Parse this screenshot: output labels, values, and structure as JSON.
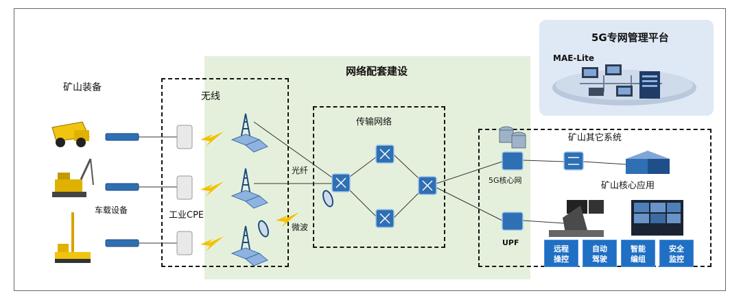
{
  "mgmt": {
    "title": "5G专网管理平台",
    "product": "MAE-Lite"
  },
  "network_title": "网络配套建设",
  "mine_equipment": "矿山装备",
  "wireless": "无线",
  "vehicle_equipment": "车载设备",
  "industrial_cpe": "工业CPE",
  "fiber": "光纤",
  "microwave": "微波",
  "transport_network": "传输网络",
  "other_systems": "矿山其它系统",
  "core_network": "5G核心网",
  "upf": "UPF",
  "core_apps": "矿山核心应用",
  "app_buttons": [
    {
      "line1": "远程",
      "line2": "操控"
    },
    {
      "line1": "自动",
      "line2": "驾驶"
    },
    {
      "line1": "智能",
      "line2": "编组"
    },
    {
      "line1": "安全",
      "line2": "监控"
    }
  ],
  "colors": {
    "band": "#e5f0dc",
    "mgmt": "#dfe8f5",
    "button": "#1f6fc4",
    "lightning": "#f2c200",
    "device": "#2f6fb3"
  }
}
